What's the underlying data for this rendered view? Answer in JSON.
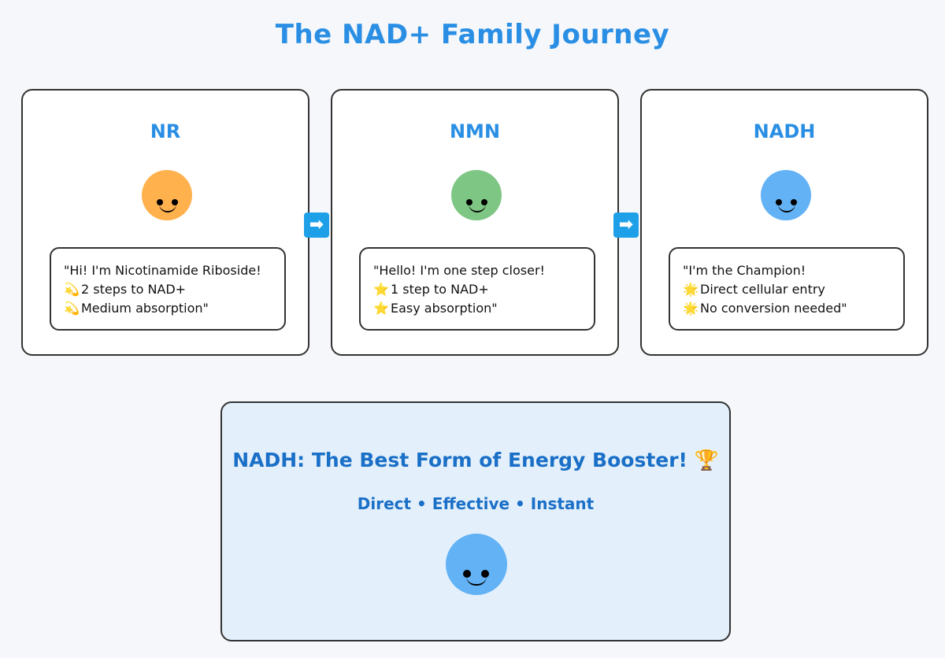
{
  "title": "The NAD+ Family Journey",
  "colors": {
    "title": "#2a8fe4",
    "nr_face": "#ffb14d",
    "nmn_face": "#7ec683",
    "nadh_face": "#62b2f5",
    "arrow": "#1ea0e8",
    "summary_bg": "#e3f0fb"
  },
  "arrow_icon": "right-arrow",
  "cards": [
    {
      "name": "NR",
      "face_color": "#ffb14d",
      "speech": [
        {
          "icon": "",
          "text": "\"Hi! I'm Nicotinamide Riboside!"
        },
        {
          "icon": "💫",
          "text": "2 steps to NAD+"
        },
        {
          "icon": "💫",
          "text": "Medium absorption\""
        }
      ]
    },
    {
      "name": "NMN",
      "face_color": "#7ec683",
      "speech": [
        {
          "icon": "",
          "text": "\"Hello! I'm one step closer!"
        },
        {
          "icon": "⭐",
          "text": "1 step to NAD+"
        },
        {
          "icon": "⭐",
          "text": "Easy absorption\""
        }
      ]
    },
    {
      "name": "NADH",
      "face_color": "#62b2f5",
      "speech": [
        {
          "icon": "",
          "text": "\"I'm the Champion!"
        },
        {
          "icon": "🌟",
          "text": "Direct cellular entry"
        },
        {
          "icon": "🌟",
          "text": "No conversion needed\""
        }
      ]
    }
  ],
  "summary": {
    "title": "NADH: The Best Form of Energy Booster! 🏆",
    "subtitle": "Direct • Effective • Instant",
    "face_color": "#62b2f5"
  }
}
